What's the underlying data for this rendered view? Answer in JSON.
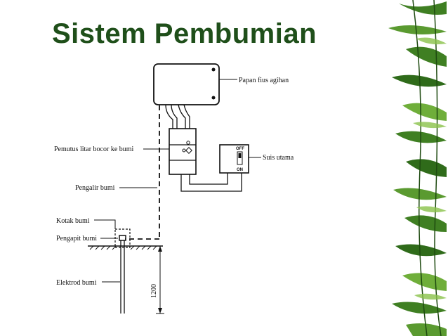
{
  "slide": {
    "title": "Sistem Pembumian"
  },
  "labels": {
    "papan_fius": "Papan fius agihan",
    "pemutus": "Pemutus litar bocor ke bumi",
    "suis_utama": "Suis utama",
    "pengalir_bumi": "Pengalir bumi",
    "kotak_bumi": "Kotak bumi",
    "pengapit_bumi": "Pengapit bumi",
    "elektrod_bumi": "Elektrod bumi",
    "depth": "1200",
    "switch_off": "OFF",
    "switch_on": "ON"
  },
  "colors": {
    "title": "#1f4f1a",
    "bamboo_dark": "#2f6b1a",
    "bamboo_light": "#6fae3a"
  }
}
